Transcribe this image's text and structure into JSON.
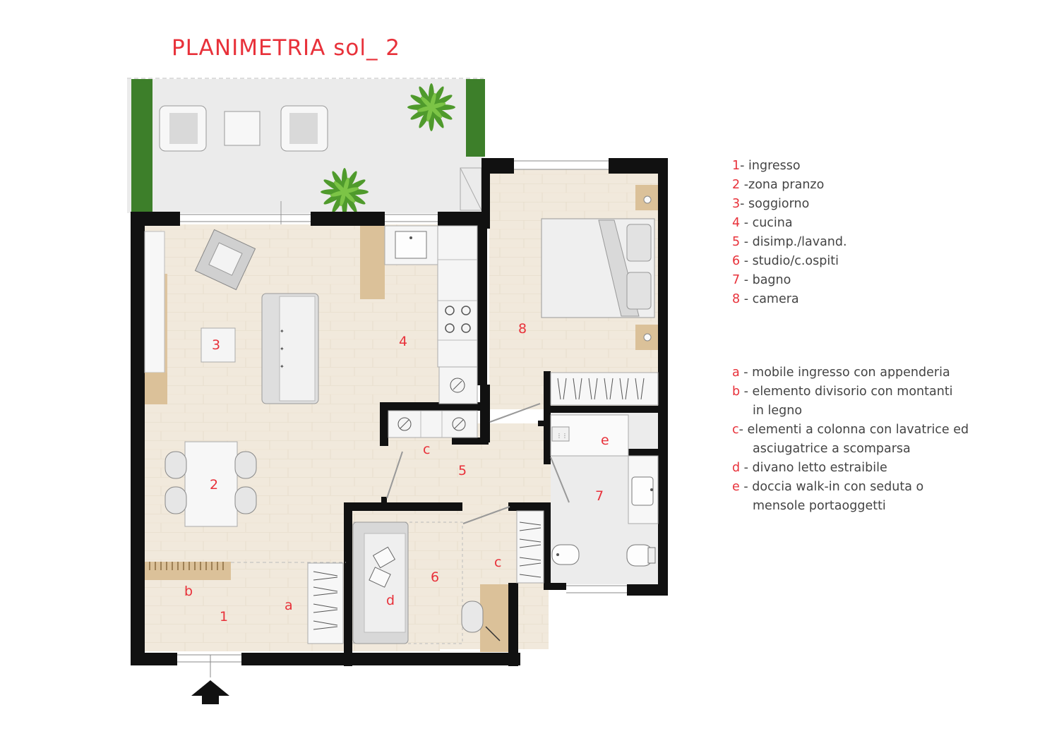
{
  "title": "PLANIMETRIA  sol_ 2",
  "colors": {
    "accent": "#e8313a",
    "wall": "#111111",
    "floor": "#f1e9dc",
    "terrace": "#ebebeb",
    "wood": "#dbc199",
    "furniture": "#e6e6e6"
  },
  "room_labels": [
    "1",
    "2",
    "3",
    "4",
    "5",
    "6",
    "7",
    "8"
  ],
  "item_labels": {
    "a": "a",
    "b": "b",
    "c1": "c",
    "c2": "c",
    "d": "d",
    "e": "e"
  },
  "legend_rooms": [
    {
      "key": "1",
      "text": "-  ingresso"
    },
    {
      "key": "2",
      "text": " -zona pranzo"
    },
    {
      "key": "3",
      "text": "- soggiorno"
    },
    {
      "key": "4",
      "text": " - cucina"
    },
    {
      "key": "5",
      "text": " - disimp./lavand."
    },
    {
      "key": "6",
      "text": " - studio/c.ospiti"
    },
    {
      "key": "7",
      "text": " - bagno"
    },
    {
      "key": "8",
      "text": " - camera"
    }
  ],
  "legend_items": [
    {
      "key": "a",
      "text": " - mobile ingresso con appenderia",
      "cont": ""
    },
    {
      "key": "b",
      "text": " -  elemento divisorio con montanti",
      "cont": "in legno"
    },
    {
      "key": "c",
      "text": "-  elementi a colonna con lavatrice ed",
      "cont": "asciugatrice a scomparsa"
    },
    {
      "key": "d",
      "text": " - divano letto estraibile",
      "cont": ""
    },
    {
      "key": "e",
      "text": " - doccia walk-in con seduta o",
      "cont": "mensole portaoggetti"
    }
  ],
  "icons": [
    "entrance-arrow-icon",
    "plant-icon",
    "armchair-icon",
    "bed-icon",
    "stove-icon",
    "sink-icon",
    "toilet-icon",
    "bidet-icon",
    "washing-machine-icon",
    "sofa-icon",
    "office-chair-icon"
  ]
}
